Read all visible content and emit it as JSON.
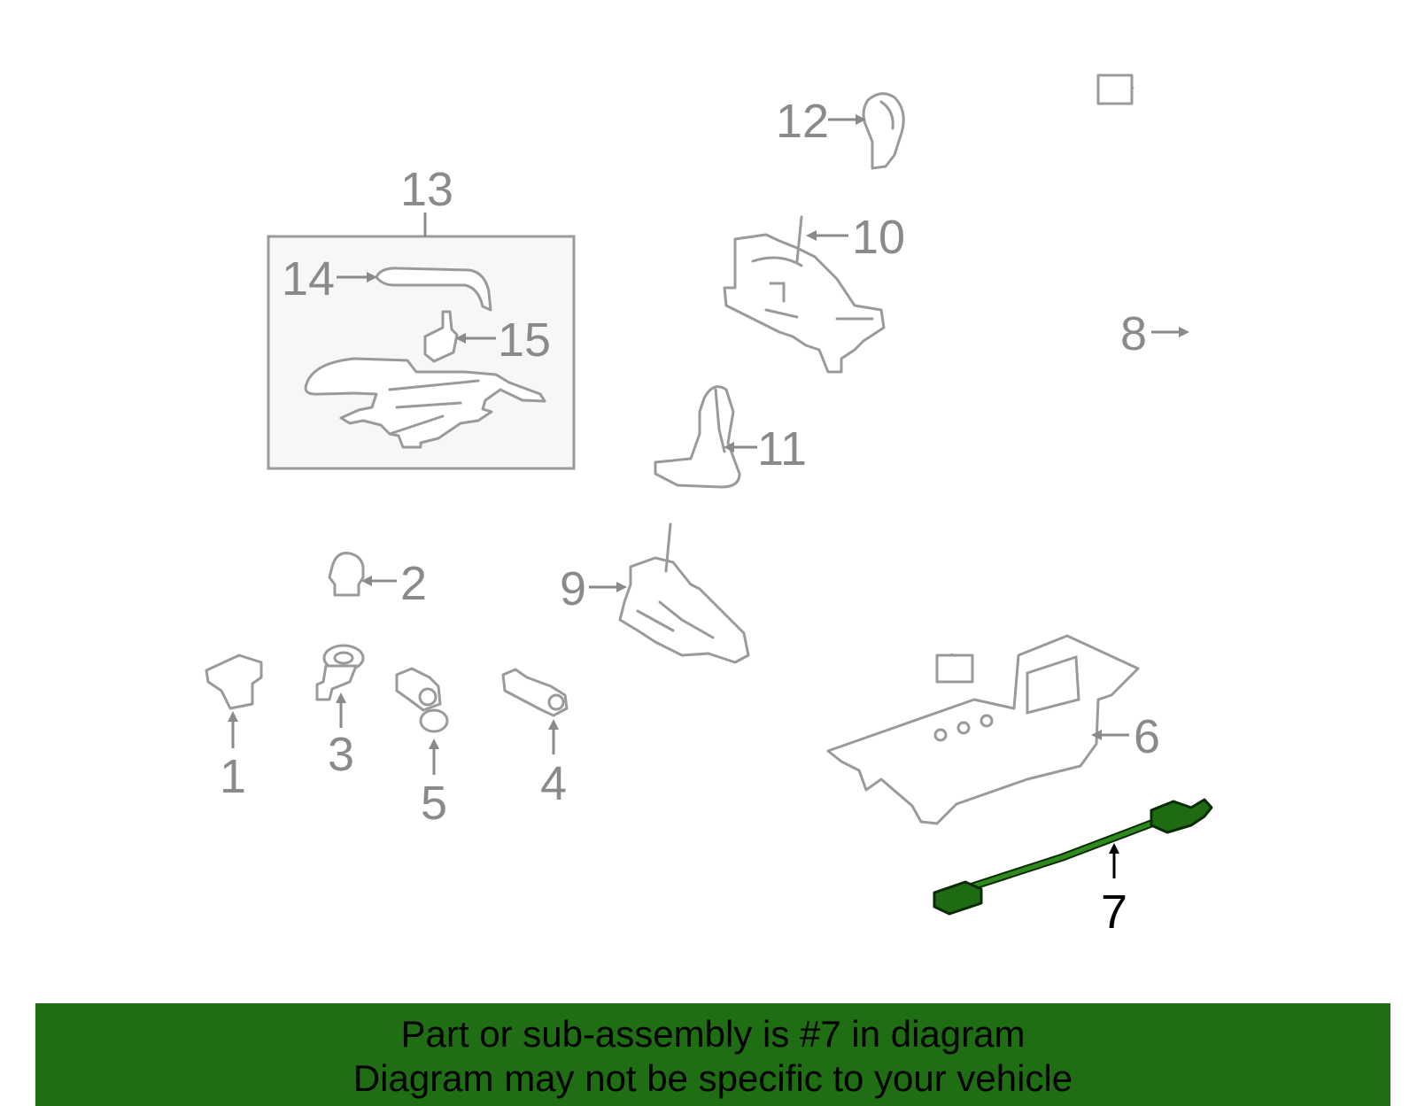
{
  "callouts": {
    "c1": "1",
    "c2": "2",
    "c3": "3",
    "c4": "4",
    "c5": "5",
    "c6": "6",
    "c7": "7",
    "c8": "8",
    "c9": "9",
    "c10": "10",
    "c11": "11",
    "c12": "12",
    "c13": "13",
    "c14": "14",
    "c15": "15"
  },
  "highlighted_part": "7",
  "colors": {
    "banner": "#1f6e14",
    "highlight": "#1e6b12",
    "part_stroke": "#9a9a9a",
    "callout": "#8a8a8a"
  },
  "banner": {
    "line1": "Part or sub-assembly is #7 in diagram",
    "line2": "Diagram may not be specific to your vehicle"
  }
}
